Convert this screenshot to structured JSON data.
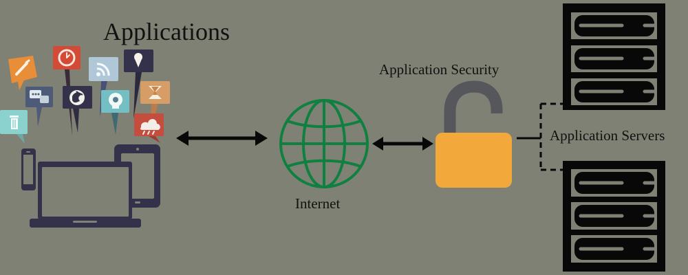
{
  "labels": {
    "applications": "Applications",
    "internet": "Internet",
    "application_security": "Application Security",
    "application_servers": "Application Servers"
  },
  "palette": {
    "background": "#7f8174",
    "dark": "#33324a",
    "black": "#080808",
    "globe": "#0f8040",
    "lock": "#f3a83b",
    "shackle": "#56575d",
    "icon_orange": "#e88d38",
    "icon_red": "#d34b36",
    "icon_slate": "#4d5a78",
    "icon_light": "#afc7d6",
    "icon_teal": "#73bfc4",
    "icon_gold": "#d79d67"
  },
  "icons": [
    "pencil-icon",
    "clock-icon",
    "rss-icon",
    "ice-cream-icon",
    "chat-icon",
    "globe-app-icon",
    "webcam-icon",
    "hourglass-icon",
    "trash-icon",
    "weather-icon"
  ]
}
